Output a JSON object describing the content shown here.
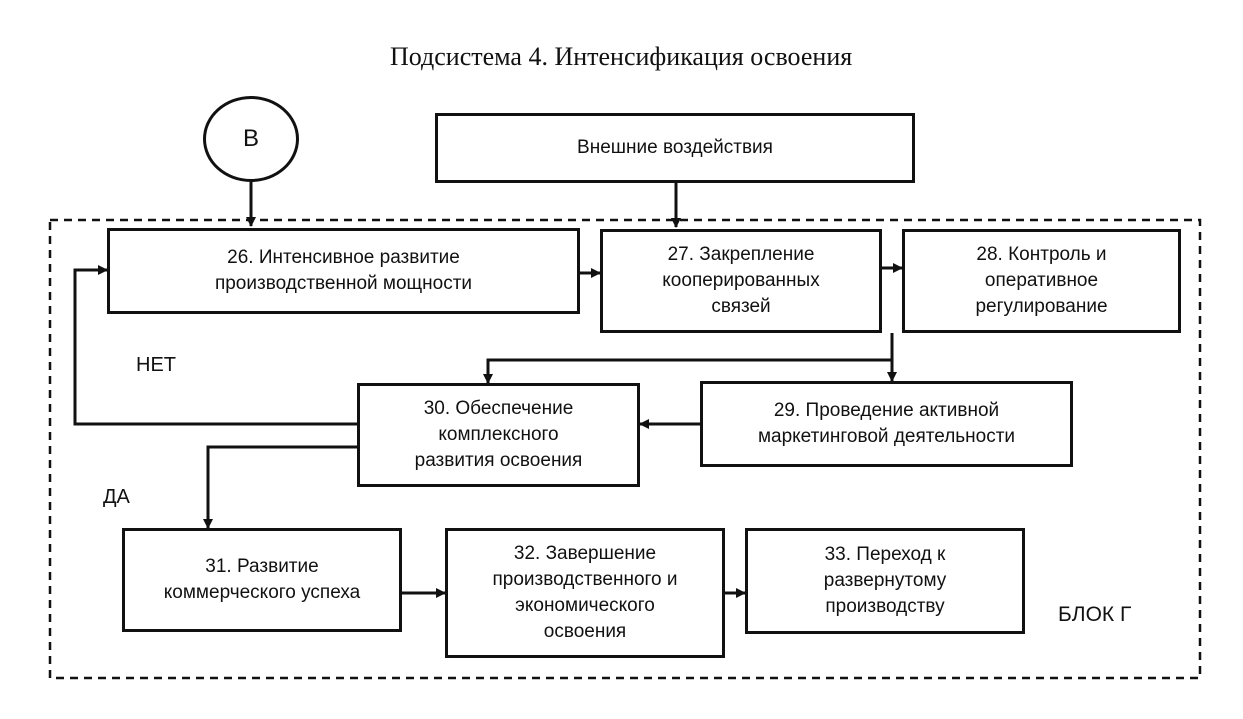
{
  "title": "Подсистема 4. Интенсификация освоения",
  "connector": "В",
  "external": "Внешние воздействия",
  "blocks": {
    "b26": "26. Интенсивное развитие\nпроизводственной мощности",
    "b27": "27. Закрепление\nкооперированных\nсвязей",
    "b28": "28. Контроль и\nоперативное\nрегулирование",
    "b29": "29. Проведение активной\nмаркетинговой деятельности",
    "b30": "30. Обеспечение\nкомплексного\nразвития освоения",
    "b31": "31. Развитие\nкоммерческого успеха",
    "b32": "32. Завершение\nпроизводственного и\nэкономического\nосвоения",
    "b33": "33. Переход к\nразвернутому\nпроизводству"
  },
  "labels": {
    "no": "НЕТ",
    "yes": "ДА",
    "block": "БЛОК Г"
  }
}
